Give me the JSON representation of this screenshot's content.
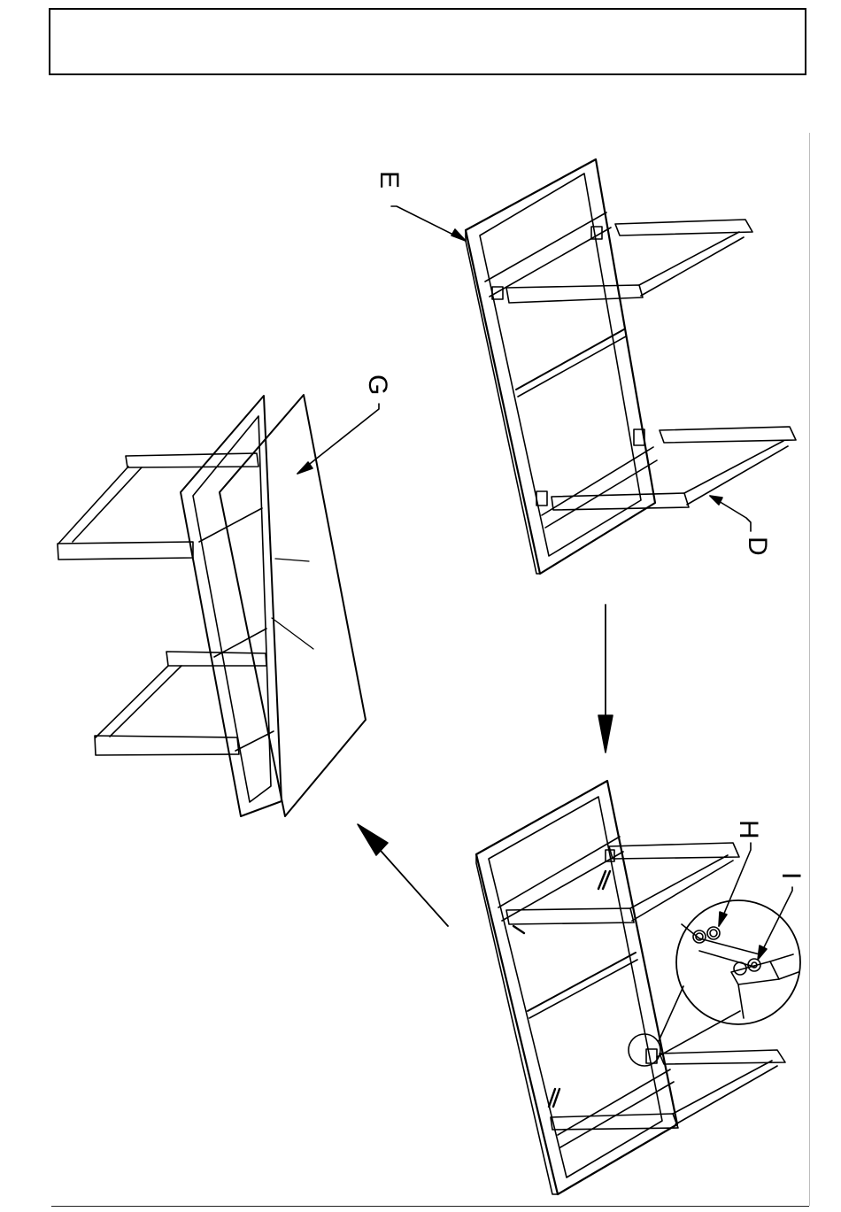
{
  "callouts": {
    "e": "E",
    "g": "G",
    "d": "D",
    "h": "H",
    "i": "I"
  }
}
